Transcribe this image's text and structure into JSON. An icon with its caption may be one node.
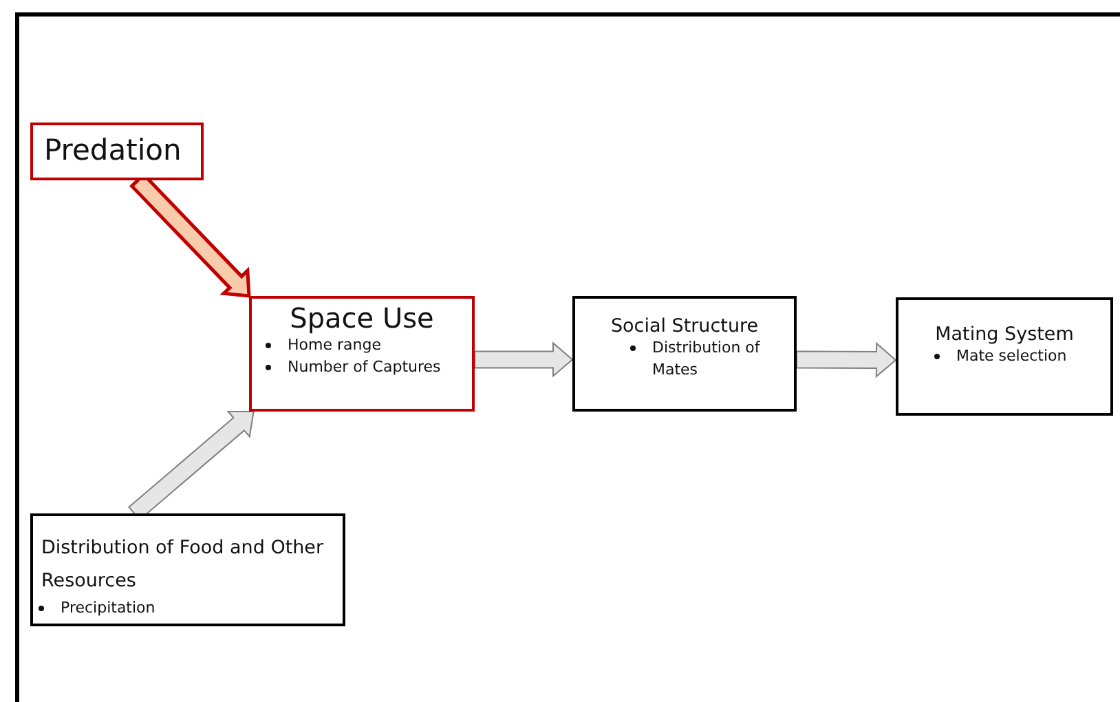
{
  "diagram": {
    "nodes": [
      {
        "text": [
          "Predation"
        ]
      },
      {
        "text": [
          "Space Use",
          "Home range",
          "Number of Captures"
        ]
      },
      {
        "text": [
          "Social Structure",
          "Distribution of Mates"
        ]
      },
      {
        "text": [
          "Mating System",
          "Mate selection"
        ]
      },
      {
        "text": [
          "Distribution of Food and Other Resources",
          "Precipitation"
        ]
      }
    ],
    "edges": [
      {
        "from": 0,
        "to": 1,
        "arrow": "to",
        "color": "#c00000"
      },
      {
        "from": 4,
        "to": 1,
        "arrow": "to"
      },
      {
        "from": 1,
        "to": 2,
        "arrow": "to"
      },
      {
        "from": 2,
        "to": 3,
        "arrow": "to"
      }
    ]
  }
}
